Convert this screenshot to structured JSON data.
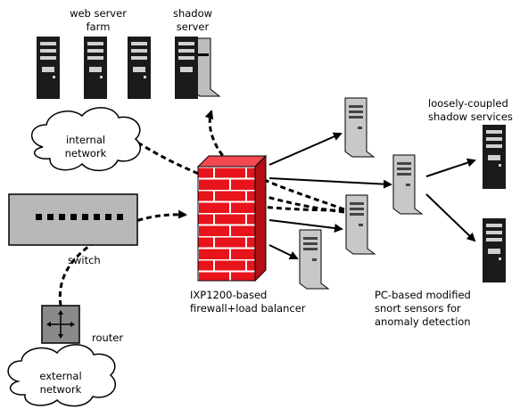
{
  "labels": {
    "web_server_farm_1": "web server",
    "web_server_farm_2": "farm",
    "shadow_server_1": "shadow",
    "shadow_server_2": "server",
    "internal_network_1": "internal",
    "internal_network_2": "network",
    "external_network_1": "external",
    "external_network_2": "network",
    "switch": "switch",
    "router": "router",
    "firewall_1": "IXP1200-based",
    "firewall_2": "firewall+load balancer",
    "sensors_1": "PC-based modified",
    "sensors_2": "snort sensors for",
    "sensors_3": "anomaly detection",
    "shadow_services_1": "loosely-coupled",
    "shadow_services_2": "shadow services"
  },
  "colors": {
    "firewall": "#e8141c",
    "firewall_side": "#b30f15",
    "switch": "#b8b8b8",
    "router": "#8a8a8a",
    "server_dark": "#1a1a1a",
    "server_light": "#d0d0d0",
    "line": "#000000"
  }
}
